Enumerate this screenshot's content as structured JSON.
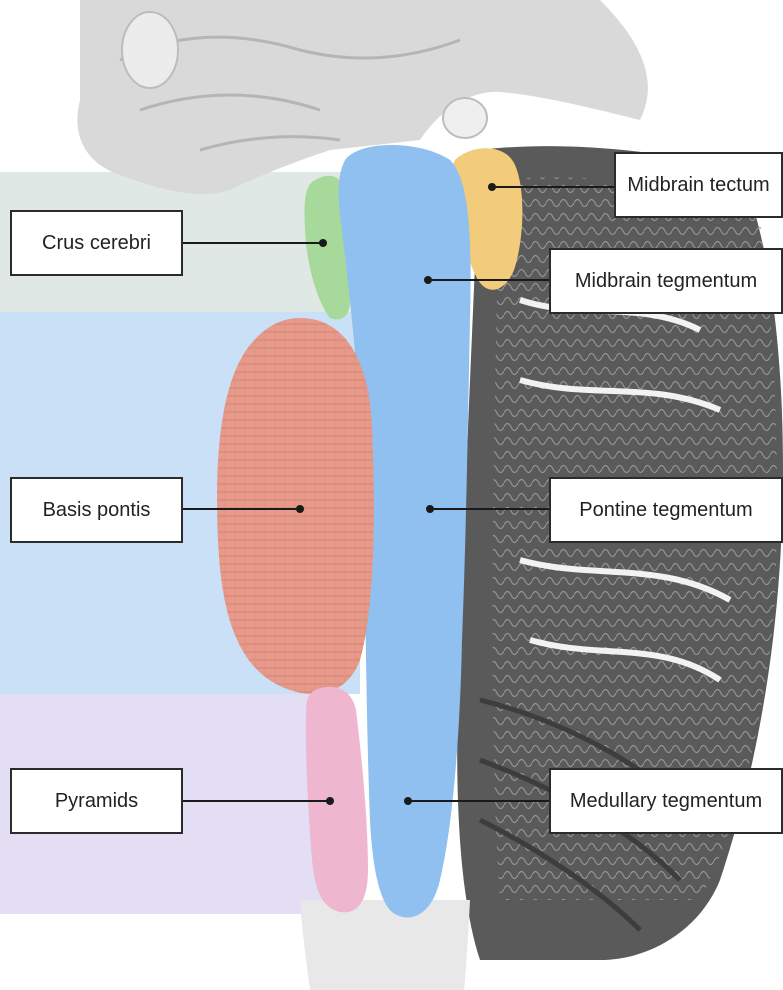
{
  "labels": {
    "crus_cerebri": "Crus cerebri",
    "basis_pontis": "Basis pontis",
    "pyramids": "Pyramids",
    "midbrain_tectum": "Midbrain tectum",
    "midbrain_tegmentum": "Midbrain tegmentum",
    "pontine_tegmentum": "Pontine tegmentum",
    "medullary_tegmentum": "Medullary tegmentum"
  },
  "colors": {
    "midbrain_band": "#dfe8e4",
    "pons_band": "#c9e0f7",
    "medulla_band": "#e4def4",
    "crus_cerebri": "#a6d99a",
    "basis_pontis": "#e79a8a",
    "pyramids": "#efb6cf",
    "midbrain_tectum": "#f2cc7a",
    "tegmentum": "#8fc0ef",
    "leader_line": "#1a1a1a"
  },
  "icons": [
    "brainstem-sagittal-illustration"
  ]
}
